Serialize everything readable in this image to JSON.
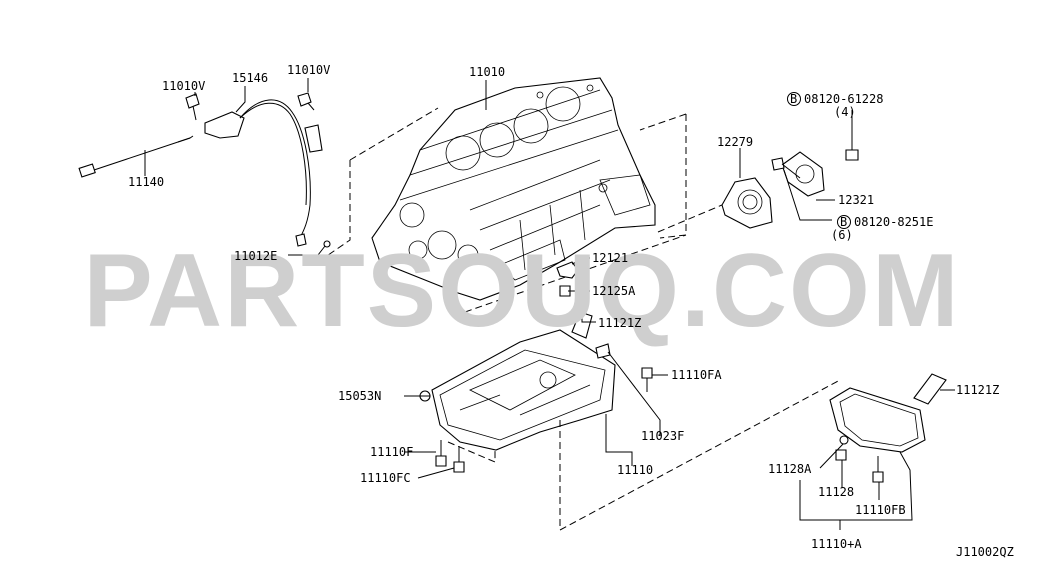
{
  "watermark": "PARTSOUQ.COM",
  "diagram_code": "J11002QZ",
  "labels": {
    "l11010v_a": "11010V",
    "l15146": "15146",
    "l11010v_b": "11010V",
    "l11140": "11140",
    "l11010": "11010",
    "l11012e": "11012E",
    "l12279": "12279",
    "l08120_61228": "08120-61228",
    "l08120_61228_qty": "(4)",
    "l12321": "12321",
    "l08120_8251e": "08120-8251E",
    "l08120_8251e_qty": "(6)",
    "l12121": "12121",
    "l12125a": "12125A",
    "l11121z_a": "11121Z",
    "l11110fa": "11110FA",
    "l15053n": "15053N",
    "l11023f": "11023F",
    "l11110f": "11110F",
    "l11110fc": "11110FC",
    "l11110": "11110",
    "l11121z_b": "11121Z",
    "l11128a": "11128A",
    "l11128": "11128",
    "l11110fb": "11110FB",
    "l11110a": "11110+A"
  },
  "bolt_marker": "B"
}
